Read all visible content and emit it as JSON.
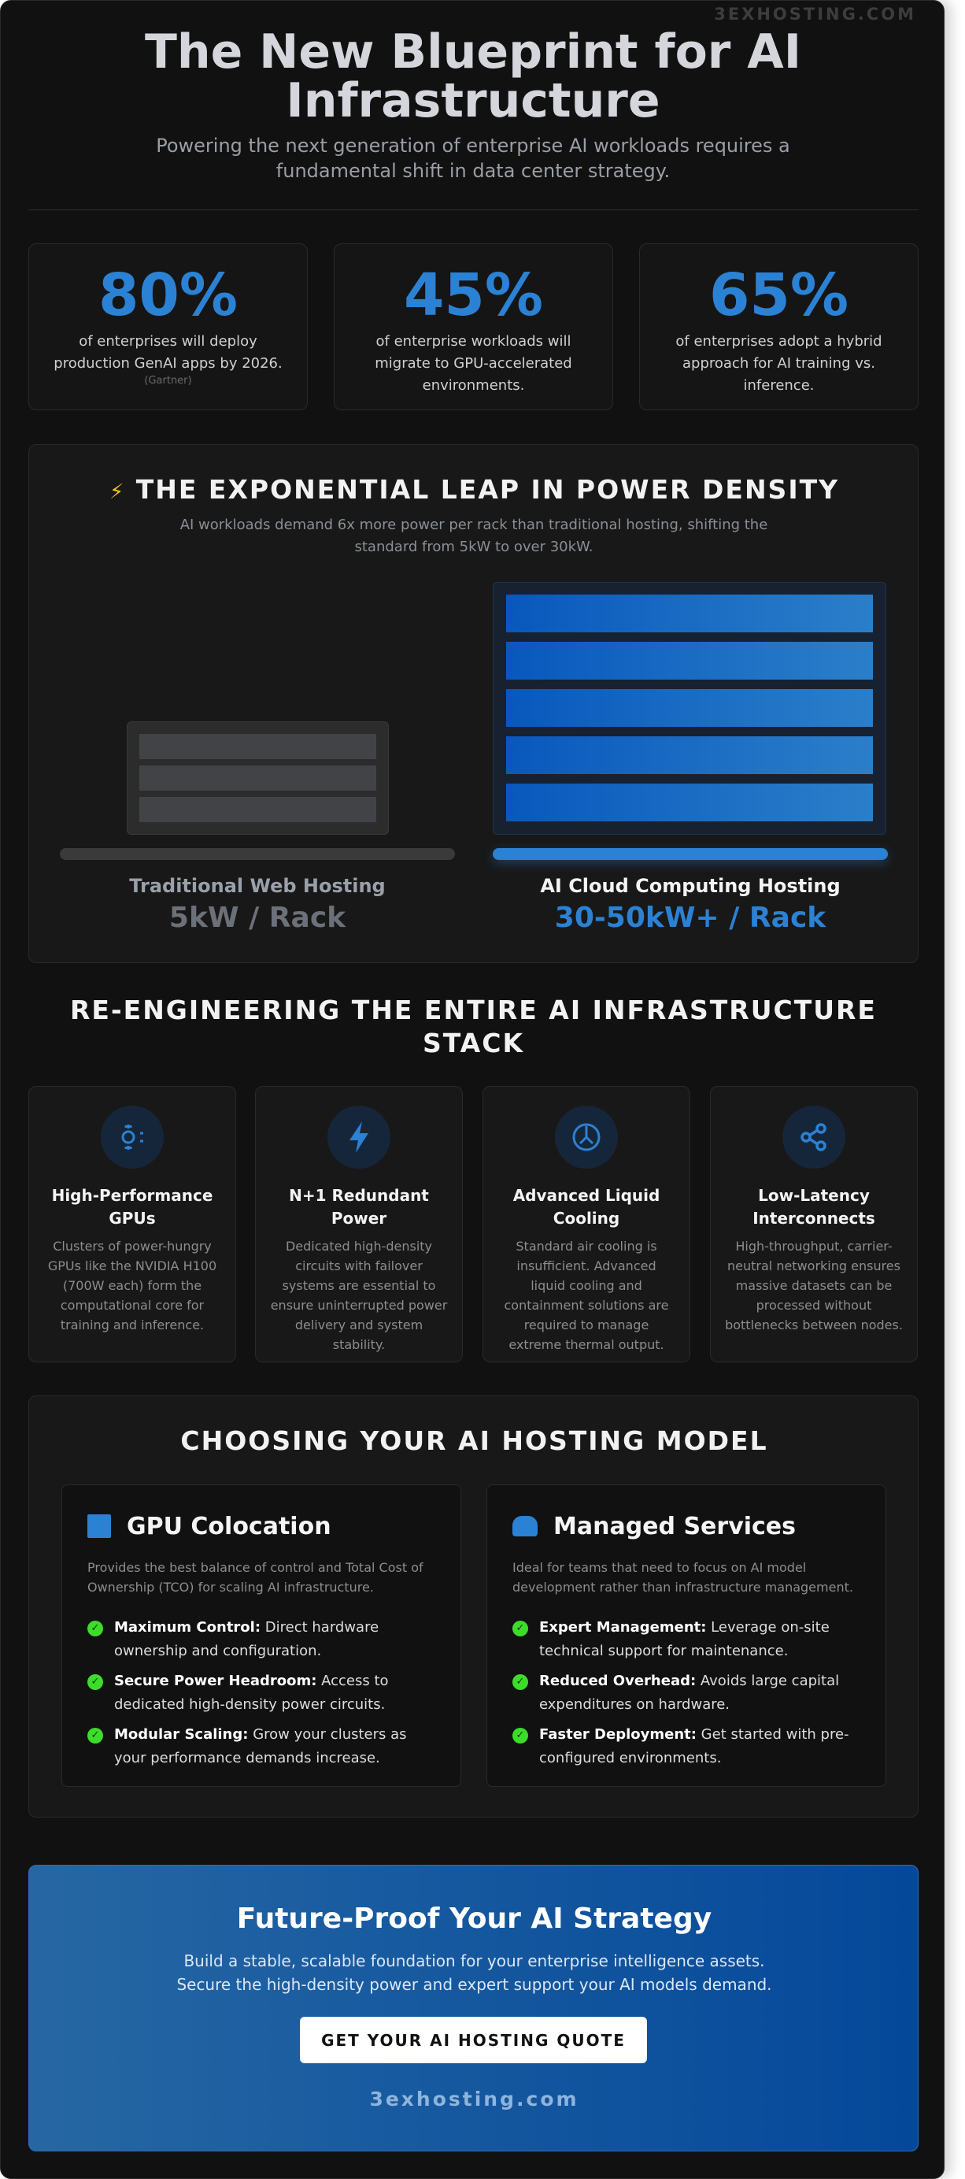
{
  "watermark": "3EXHOSTING.COM",
  "header": {
    "title_line1": "The New Blueprint for AI",
    "title_line2": "Infrastructure",
    "subtitle": "Powering the next generation of enterprise AI workloads requires a fundamental shift in data center strategy."
  },
  "stats": [
    {
      "value": "80%",
      "text": "of enterprises will deploy production GenAI apps by 2026.",
      "source": "(Gartner)"
    },
    {
      "value": "45%",
      "text": "of enterprise workloads will migrate to GPU-accelerated environments."
    },
    {
      "value": "65%",
      "text": "of enterprises adopt a hybrid approach for AI training vs. inference."
    }
  ],
  "power": {
    "icon": "lightning-icon",
    "title": "THE EXPONENTIAL LEAP IN POWER DENSITY",
    "desc": "AI workloads demand 6x more power per rack than traditional hosting, shifting the standard from 5kW to over 30kW.",
    "traditional": {
      "label": "Traditional Web Hosting",
      "value": "5kW / Rack"
    },
    "ai": {
      "label": "AI Cloud Computing Hosting",
      "value": "30-50kW+ / Rack"
    }
  },
  "stack": {
    "title": "RE-ENGINEERING THE ENTIRE AI INFRASTRUCTURE STACK",
    "features": [
      {
        "icon": "gpu-chip-icon",
        "title": "High-Performance GPUs",
        "desc": "Clusters of power-hungry GPUs like the NVIDIA H100 (700W each) form the computational core for training and inference."
      },
      {
        "icon": "bolt-icon",
        "title": "N+1 Redundant Power",
        "desc": "Dedicated high-density circuits with failover systems are essential to ensure uninterrupted power delivery and system stability."
      },
      {
        "icon": "gauge-icon",
        "title": "Advanced Liquid Cooling",
        "desc": "Standard air cooling is insufficient. Advanced liquid cooling and containment solutions are required to manage extreme thermal output."
      },
      {
        "icon": "share-nodes-icon",
        "title": "Low-Latency Interconnects",
        "desc": "High-throughput, carrier-neutral networking ensures massive datasets can be processed without bottlenecks between nodes."
      }
    ]
  },
  "models": {
    "title": "CHOOSING YOUR AI HOSTING MODEL",
    "cards": [
      {
        "icon": "server-icon",
        "title": "GPU Colocation",
        "desc": "Provides the best balance of control and Total Cost of Ownership (TCO) for scaling AI infrastructure.",
        "items": [
          {
            "bold": "Maximum Control:",
            "text": " Direct hardware ownership and configuration."
          },
          {
            "bold": "Secure Power Headroom:",
            "text": " Access to dedicated high-density power circuits."
          },
          {
            "bold": "Modular Scaling:",
            "text": " Grow your clusters as your performance demands increase."
          }
        ]
      },
      {
        "icon": "handshake-icon",
        "title": "Managed Services",
        "desc": "Ideal for teams that need to focus on AI model development rather than infrastructure management.",
        "items": [
          {
            "bold": "Expert Management:",
            "text": " Leverage on-site technical support for maintenance."
          },
          {
            "bold": "Reduced Overhead:",
            "text": " Avoids large capital expenditures on hardware."
          },
          {
            "bold": "Faster Deployment:",
            "text": " Get started with pre-configured environments."
          }
        ]
      }
    ]
  },
  "cta": {
    "title": "Future-Proof Your AI Strategy",
    "line1": "Build a stable, scalable foundation for your enterprise intelligence assets.",
    "line2": "Secure the high-density power and expert support your AI models demand.",
    "button": "GET YOUR AI HOSTING QUOTE",
    "site": "3exhosting.com"
  },
  "colors": {
    "accent": "#2b82d4",
    "check": "#3ddc2a",
    "background": "#111111"
  }
}
